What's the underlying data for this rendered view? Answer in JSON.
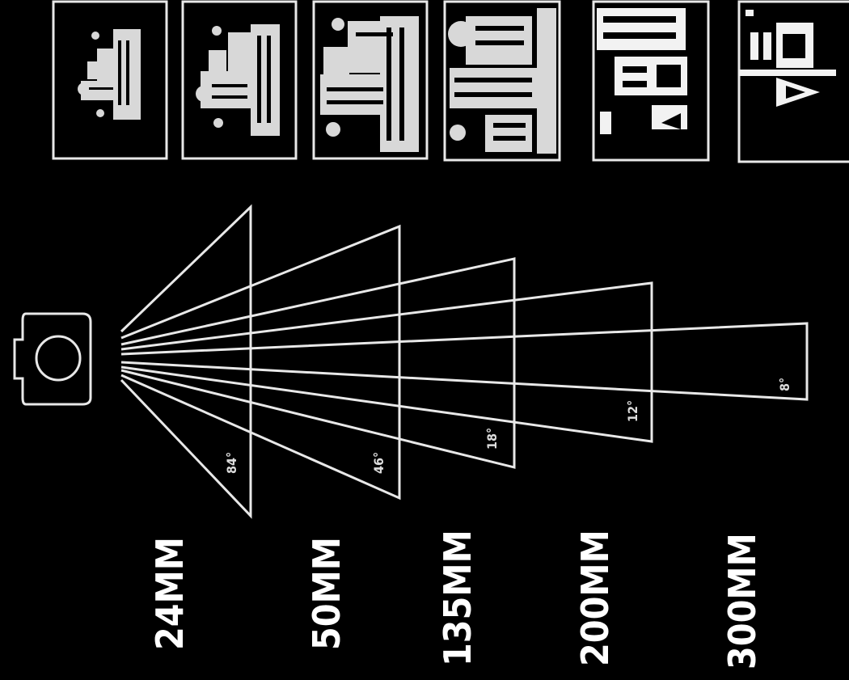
{
  "diagram": {
    "focal_lengths": [
      {
        "label": "24MM",
        "angle": "84°"
      },
      {
        "label": "50MM",
        "angle": "46°"
      },
      {
        "label": "135MM",
        "angle": "18°"
      },
      {
        "label": "200MM",
        "angle": "12°"
      },
      {
        "label": "300MM",
        "angle": "8°"
      }
    ],
    "colors": {
      "background": "#000000",
      "line": "#e8e8e8",
      "text": "#ffffff"
    },
    "icons": [
      "camera-icon"
    ]
  }
}
